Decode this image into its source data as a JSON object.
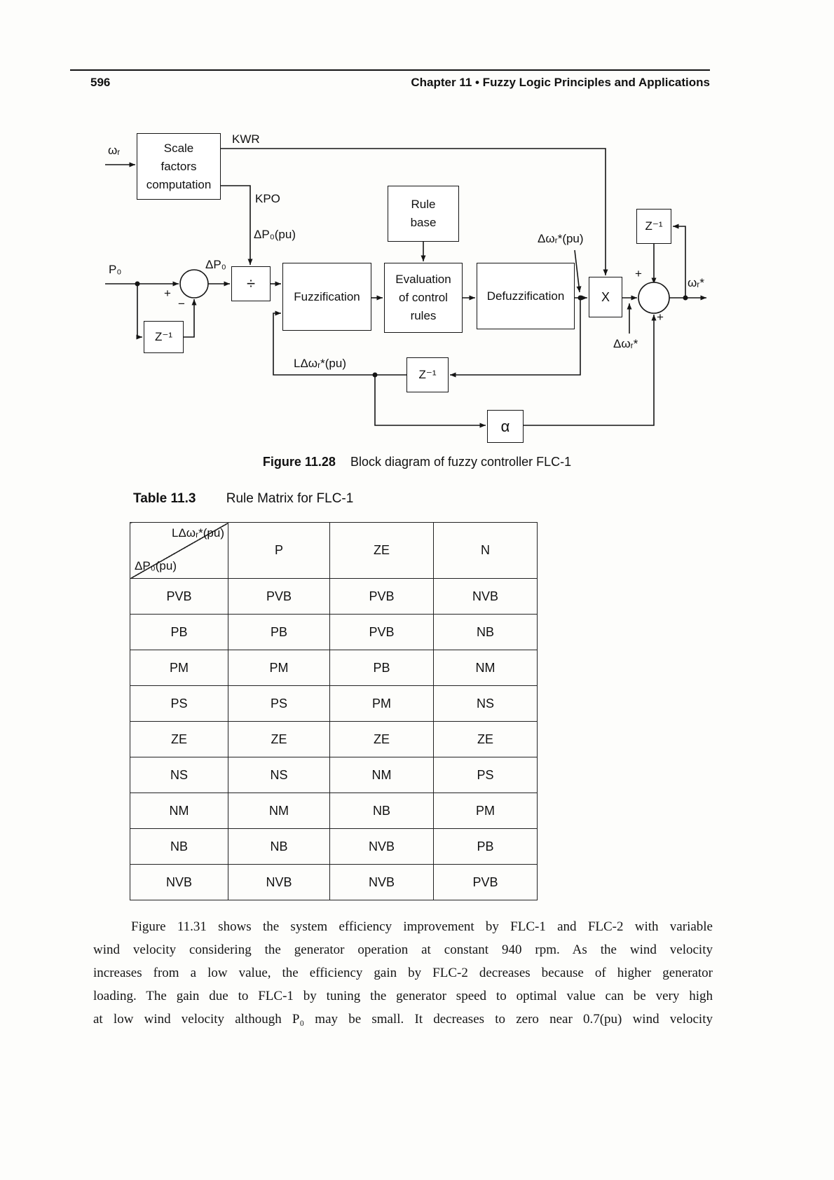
{
  "header": {
    "page_number": "596",
    "chapter_title": "Chapter 11 • Fuzzy Logic Principles and Applications"
  },
  "diagram": {
    "blocks": {
      "scale_factors": {
        "line1": "Scale",
        "line2": "factors",
        "line3": "computation"
      },
      "divide": "÷",
      "delay_input": "Z⁻¹",
      "fuzzification": "Fuzzification",
      "rule_base": {
        "line1": "Rule",
        "line2": "base"
      },
      "evaluation": {
        "line1": "Evaluation",
        "line2": "of control",
        "line3": "rules"
      },
      "defuzzification": "Defuzzification",
      "multiplier": "X",
      "delay_output": "Z⁻¹",
      "delay_feedback": "Z⁻¹",
      "alpha": "α"
    },
    "labels": {
      "omega_r_input": "ωᵣ",
      "kwr": "KWR",
      "kpo": "KPO",
      "delta_po_pu": "ΔP₀(pu)",
      "po": "P₀",
      "delta_po": "ΔP₀",
      "delta_omega_pu": "Δωᵣ*(pu)",
      "omega_r_out": "ωᵣ*",
      "delta_omega": "Δωᵣ*",
      "l_delta_omega_pu": "LΔωᵣ*(pu)",
      "plus": "+",
      "minus": "−"
    }
  },
  "figure_caption": {
    "label": "Figure 11.28",
    "text": "Block diagram of fuzzy controller FLC-1"
  },
  "table": {
    "title_label": "Table 11.3",
    "title_text": "Rule Matrix for FLC-1",
    "corner": {
      "top": "LΔωᵣ*(pu)",
      "bottom": "ΔP₀(pu)"
    },
    "columns": [
      "P",
      "ZE",
      "N"
    ],
    "rows": [
      {
        "label": "PVB",
        "values": [
          "PVB",
          "PVB",
          "NVB"
        ]
      },
      {
        "label": "PB",
        "values": [
          "PB",
          "PVB",
          "NB"
        ]
      },
      {
        "label": "PM",
        "values": [
          "PM",
          "PB",
          "NM"
        ]
      },
      {
        "label": "PS",
        "values": [
          "PS",
          "PM",
          "NS"
        ]
      },
      {
        "label": "ZE",
        "values": [
          "ZE",
          "ZE",
          "ZE"
        ]
      },
      {
        "label": "NS",
        "values": [
          "NS",
          "NM",
          "PS"
        ]
      },
      {
        "label": "NM",
        "values": [
          "NM",
          "NB",
          "PM"
        ]
      },
      {
        "label": "NB",
        "values": [
          "NB",
          "NVB",
          "PB"
        ]
      },
      {
        "label": "NVB",
        "values": [
          "NVB",
          "NVB",
          "PVB"
        ]
      }
    ]
  },
  "paragraph": {
    "lines": [
      "Figure 11.31 shows the system efficiency improvement by FLC-1 and FLC-2 with variable",
      "wind velocity considering the generator operation at constant 940 rpm. As the wind velocity",
      "increases from a low value, the efficiency gain by FLC-2 decreases because of higher generator",
      "loading. The gain due to FLC-1 by tuning the generator speed to optimal value can be very high",
      "at low wind velocity although P₀ may be small. It decreases to zero near 0.7(pu) wind velocity"
    ]
  }
}
